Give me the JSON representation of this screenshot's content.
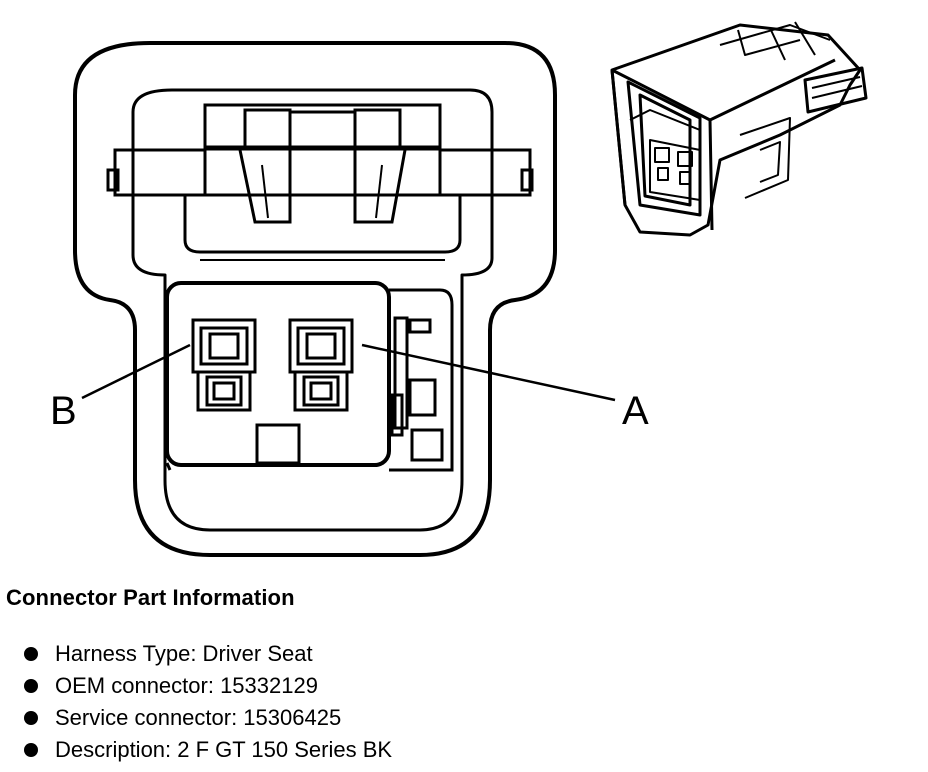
{
  "diagram": {
    "pin_labels": {
      "a": "A",
      "b": "B"
    }
  },
  "info": {
    "title": "Connector Part Information",
    "items": [
      "Harness Type: Driver Seat",
      "OEM connector: 15332129",
      "Service connector: 15306425",
      "Description: 2 F GT 150 Series BK"
    ]
  }
}
